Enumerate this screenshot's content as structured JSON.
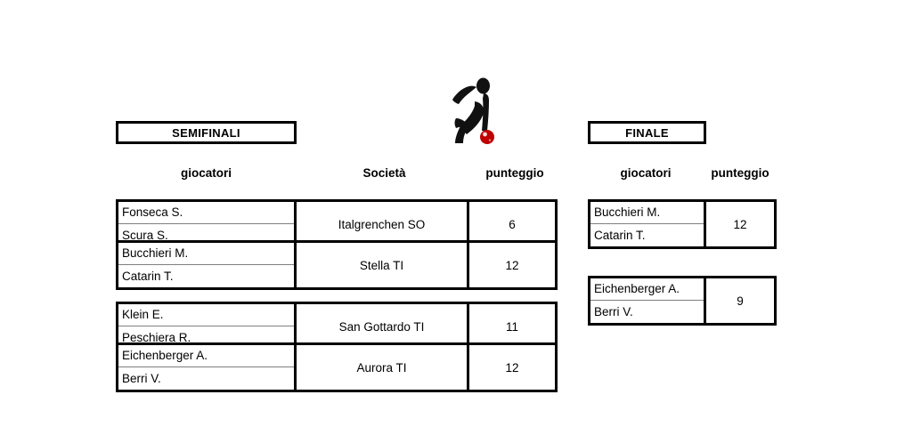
{
  "logo": {
    "name": "bowls-player-logo",
    "ball_color": "#C00000",
    "figure_color": "#000000"
  },
  "semifinali": {
    "title": "SEMIFINALI",
    "headers": {
      "players": "giocatori",
      "society": "Società",
      "score": "punteggio"
    },
    "matches": [
      {
        "players": [
          "Fonseca S.",
          "Scura S."
        ],
        "society": "Italgrenchen SO",
        "score": "6"
      },
      {
        "players": [
          "Bucchieri M.",
          "Catarin T."
        ],
        "society": "Stella TI",
        "score": "12"
      },
      {
        "players": [
          "Klein E.",
          "Peschiera R."
        ],
        "society": "San Gottardo TI",
        "score": "11"
      },
      {
        "players": [
          "Eichenberger A.",
          "Berri V."
        ],
        "society": "Aurora TI",
        "score": "12"
      }
    ]
  },
  "finale": {
    "title": "FINALE",
    "headers": {
      "players": "giocatori",
      "score": "punteggio"
    },
    "matches": [
      {
        "players": [
          "Bucchieri M.",
          "Catarin T."
        ],
        "score": "12"
      },
      {
        "players": [
          "Eichenberger A.",
          "Berri V."
        ],
        "score": "9"
      }
    ]
  }
}
